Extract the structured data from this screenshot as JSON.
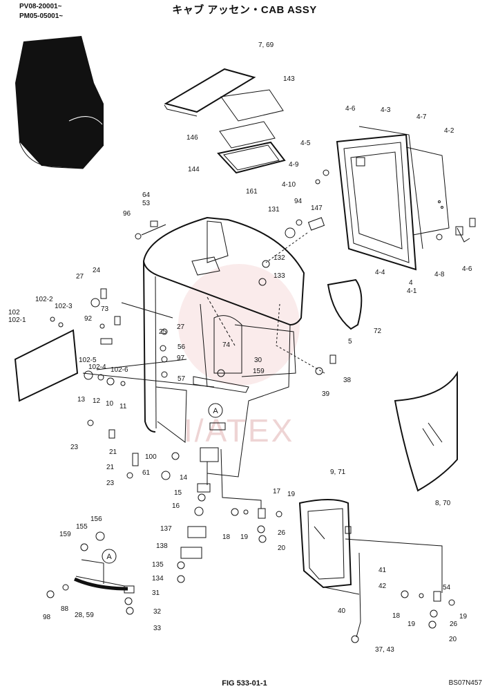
{
  "header": {
    "serial_1": "PV08-20001~",
    "serial_2": "PM05-05001~",
    "title": "キャブ アッセン・CAB ASSY"
  },
  "watermark": "I/ATEX",
  "footer": {
    "figure": "FIG 533-01-1",
    "code": "BS07N457"
  },
  "colors": {
    "watermark": "#f2c9c9",
    "ink": "#111111"
  },
  "callout_marker": "A",
  "part_labels": [
    "7, 69",
    "143",
    "146",
    "144",
    "161",
    "64",
    "53",
    "96",
    "131",
    "94",
    "147",
    "4-6",
    "4-3",
    "4-7",
    "4-2",
    "4-5",
    "4-9",
    "4-10",
    "4-4",
    "4",
    "4-1",
    "4-8",
    "4-6",
    "132",
    "133",
    "24",
    "27",
    "73",
    "102-2",
    "102-3",
    "102",
    "102-1",
    "92",
    "27",
    "74",
    "72",
    "5",
    "25",
    "56",
    "97",
    "102-5",
    "102-4",
    "102-6",
    "30",
    "159",
    "57",
    "38",
    "13",
    "12",
    "10",
    "11",
    "39",
    "23",
    "21",
    "21",
    "100",
    "23",
    "61",
    "8, 70",
    "9, 71",
    "14",
    "15",
    "17",
    "19",
    "16",
    "18",
    "19",
    "26",
    "20",
    "137",
    "156",
    "155",
    "159",
    "138",
    "135",
    "134",
    "41",
    "42",
    "54",
    "31",
    "98",
    "88",
    "28, 59",
    "32",
    "33",
    "40",
    "18",
    "19",
    "19",
    "26",
    "20",
    "37, 43"
  ]
}
